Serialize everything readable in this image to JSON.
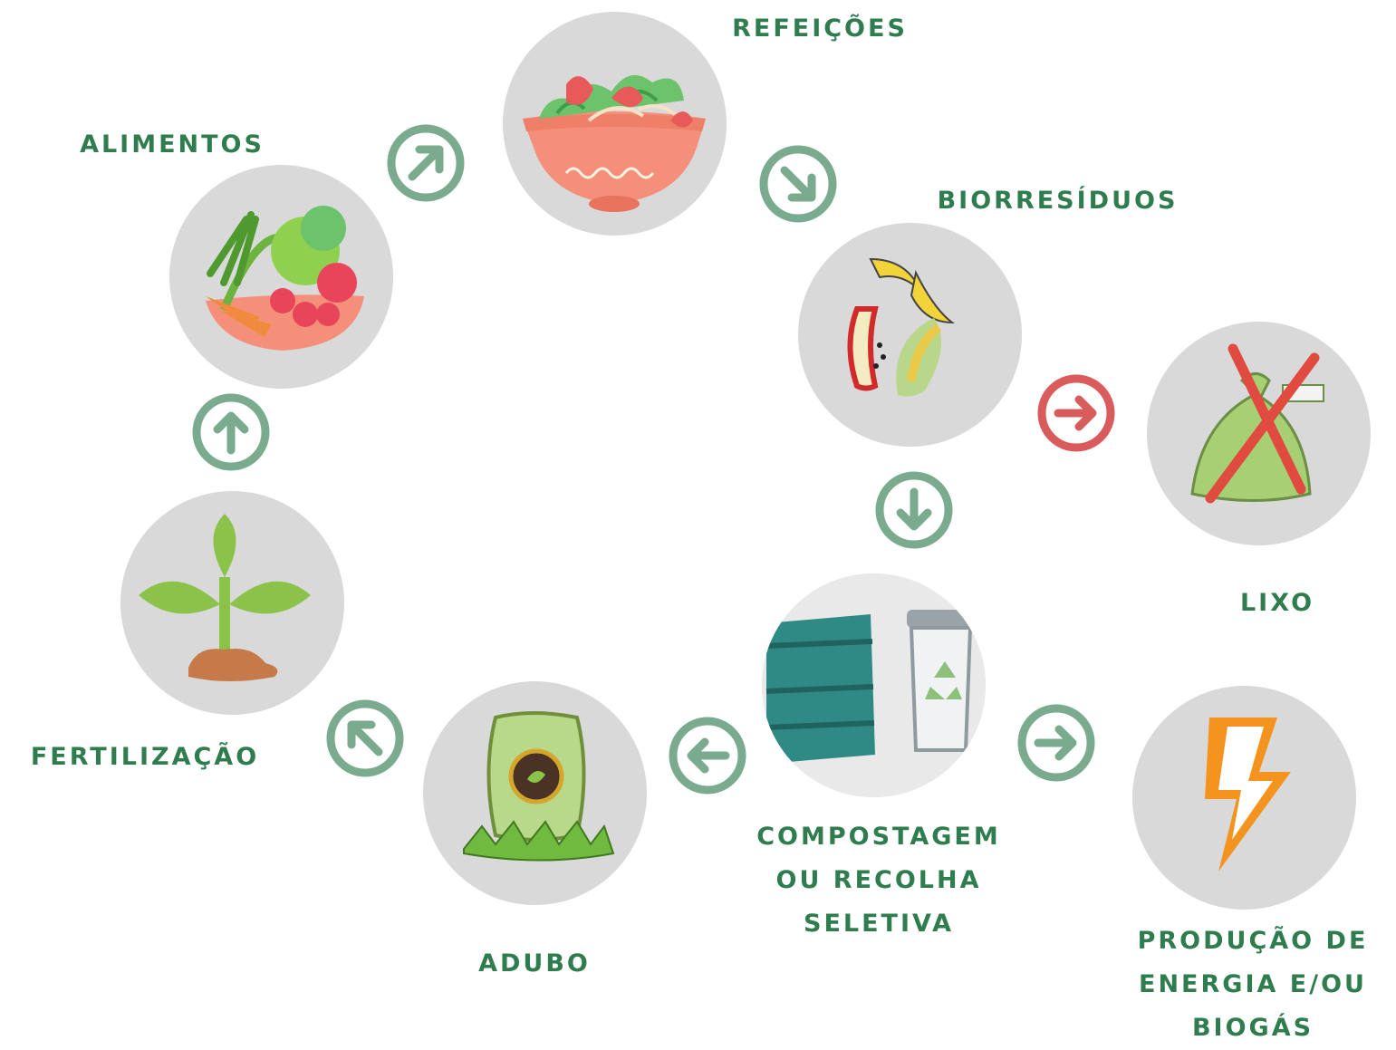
{
  "colors": {
    "label_green": "#2f7d4f",
    "arrow_green": "#7aab8f",
    "arrow_red": "#d95b5b",
    "node_gray": "#d9d9d9"
  },
  "stages": {
    "refeicoes": {
      "label": "REFEIÇÕES",
      "icon": "salad-bowl-icon"
    },
    "alimentos": {
      "label": "ALIMENTOS",
      "icon": "vegetable-basket-icon"
    },
    "biorresiduos": {
      "label": "BIORRESÍDUOS",
      "icon": "food-scraps-icon"
    },
    "lixo": {
      "label": "LIXO",
      "icon": "crossed-trash-bag-icon"
    },
    "compostagem": {
      "lines": [
        "COMPOSTAGEM",
        "OU RECOLHA",
        "SELETIVA"
      ],
      "icon": "compost-bin-icon"
    },
    "fertilizacao": {
      "label": "FERTILIZAÇÃO",
      "icon": "sprout-icon"
    },
    "adubo": {
      "label": "ADUBO",
      "icon": "fertilizer-sack-icon"
    },
    "energia": {
      "lines": [
        "PRODUÇÃO DE",
        "ENERGIA E/OU",
        "BIOGÁS"
      ],
      "icon": "lightning-bolt-icon"
    }
  }
}
